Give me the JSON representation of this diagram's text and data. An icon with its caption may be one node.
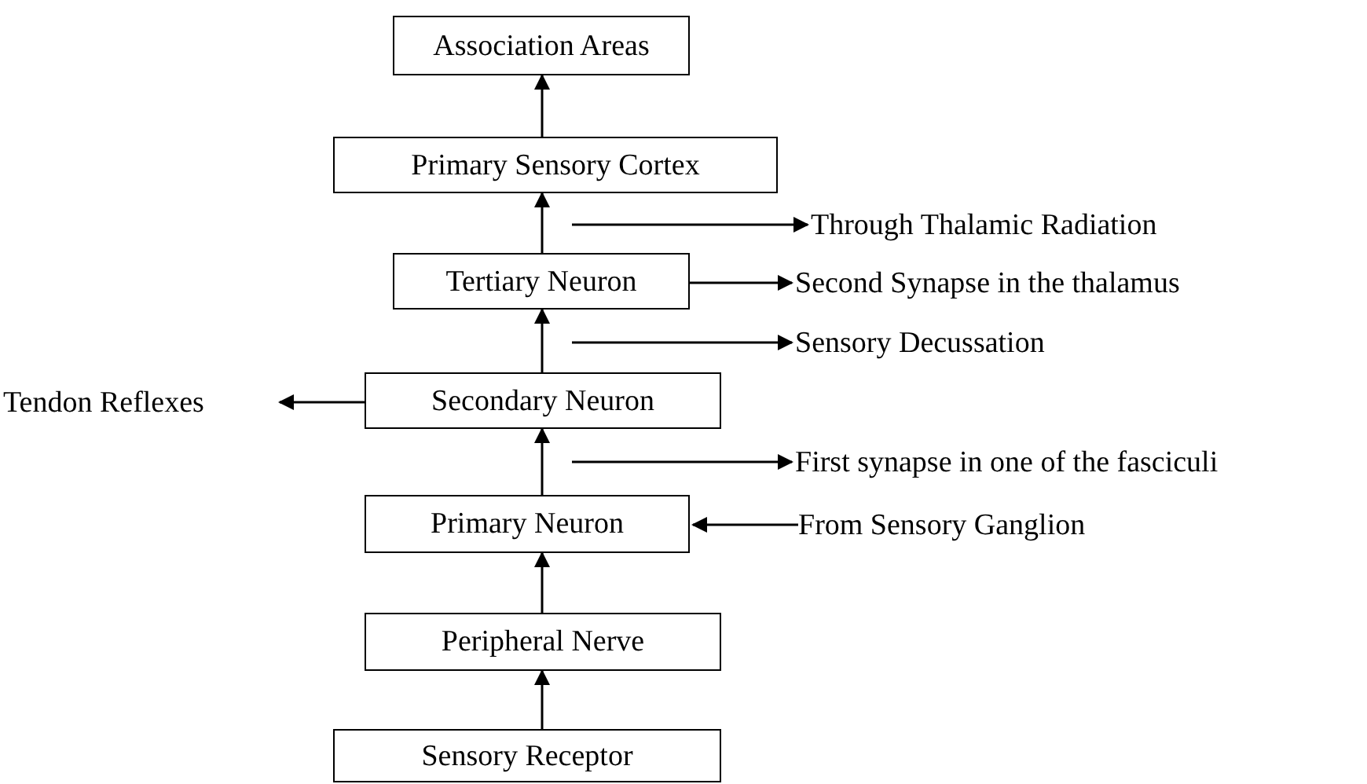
{
  "diagram": {
    "nodes": [
      {
        "text": [
          "Association Areas"
        ]
      },
      {
        "text": [
          "Primary Sensory Cortex"
        ]
      },
      {
        "text": [
          "Through Thalamic Radiation"
        ]
      },
      {
        "text": [
          "Tertiary Neuron"
        ]
      },
      {
        "text": [
          "Second Synapse in the thalamus"
        ]
      },
      {
        "text": [
          "Sensory Decussation"
        ]
      },
      {
        "text": [
          "Tendon Reflexes"
        ]
      },
      {
        "text": [
          "Secondary Neuron"
        ]
      },
      {
        "text": [
          "First synapse in one of the fasciculi"
        ]
      },
      {
        "text": [
          "Primary Neuron"
        ]
      },
      {
        "text": [
          "From Sensory Ganglion"
        ]
      },
      {
        "text": [
          "Peripheral Nerve"
        ]
      },
      {
        "text": [
          "Sensory Receptor"
        ]
      }
    ],
    "edges": [
      {
        "from": 1,
        "to": 0,
        "arrow": "to"
      },
      {
        "from": 3,
        "to": 1,
        "arrow": "to"
      },
      {
        "from": null,
        "to": 2,
        "arrow": "to"
      },
      {
        "from": 3,
        "to": 4,
        "arrow": "to"
      },
      {
        "from": 7,
        "to": 3,
        "arrow": "to"
      },
      {
        "from": null,
        "to": 5,
        "arrow": "to"
      },
      {
        "from": 7,
        "to": 6,
        "arrow": "to"
      },
      {
        "from": 9,
        "to": 7,
        "arrow": "to"
      },
      {
        "from": null,
        "to": 8,
        "arrow": "to"
      },
      {
        "from": 10,
        "to": 9,
        "arrow": "to"
      },
      {
        "from": 11,
        "to": 9,
        "arrow": "to"
      },
      {
        "from": 12,
        "to": 11,
        "arrow": "to"
      }
    ]
  }
}
